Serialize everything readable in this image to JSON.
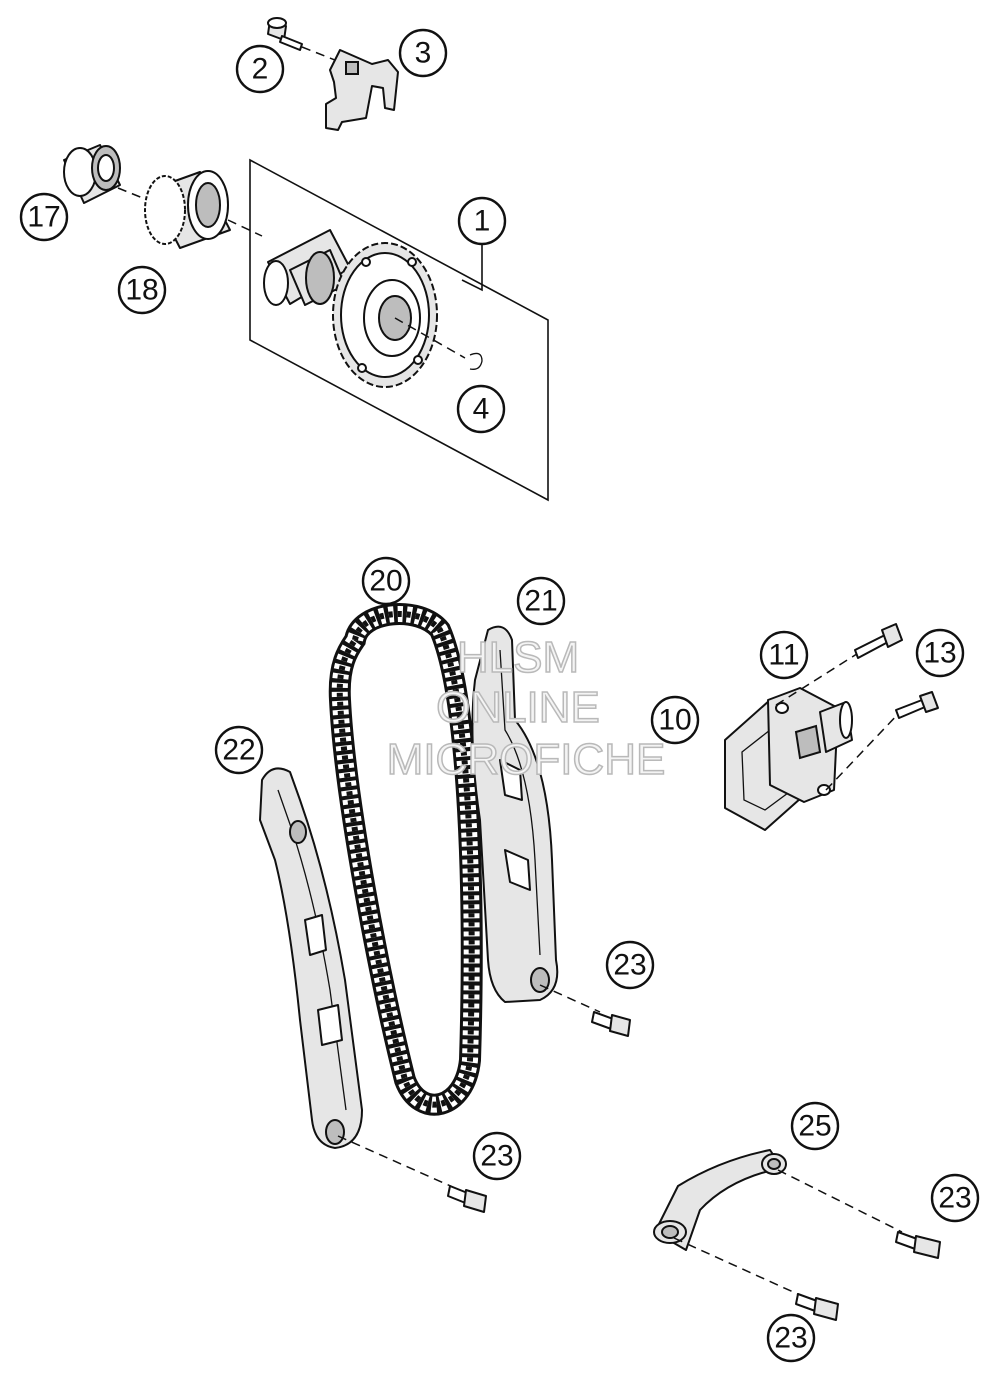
{
  "callouts": [
    {
      "label": "1"
    },
    {
      "label": "2"
    },
    {
      "label": "3"
    },
    {
      "label": "4"
    },
    {
      "label": "17"
    },
    {
      "label": "18"
    },
    {
      "label": "20"
    },
    {
      "label": "21"
    },
    {
      "label": "22"
    },
    {
      "label": "11"
    },
    {
      "label": "13"
    },
    {
      "label": "10"
    },
    {
      "label": "23"
    },
    {
      "label": "23"
    },
    {
      "label": "25"
    },
    {
      "label": "23"
    },
    {
      "label": "23"
    }
  ],
  "watermark": {
    "line1": "HLSM",
    "line2": "ONLINE",
    "line3": "MICROFICHE"
  }
}
